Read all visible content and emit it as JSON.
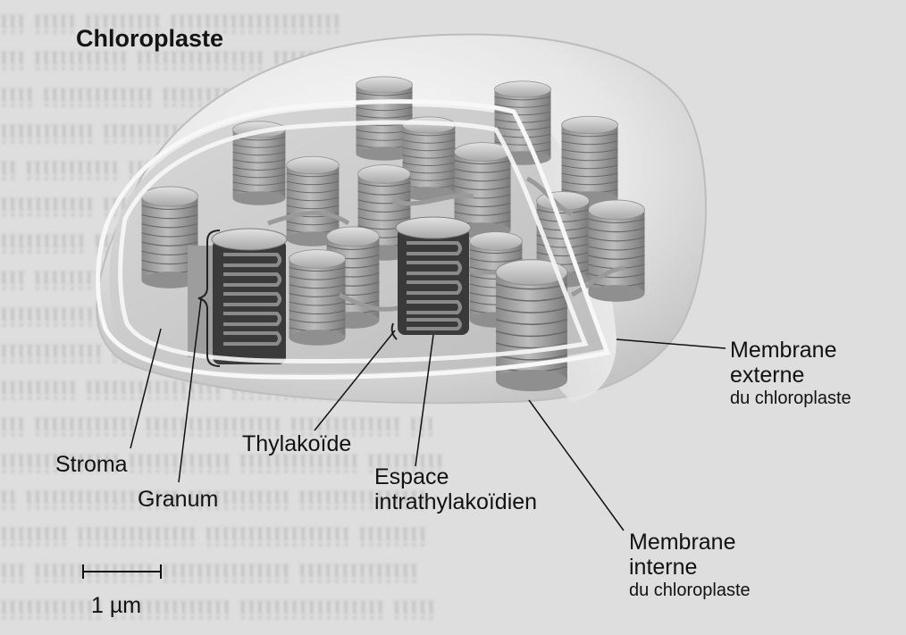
{
  "figure": {
    "title": "Chloroplaste",
    "scale_bar": {
      "label": "1 µm"
    }
  },
  "labels": {
    "stroma": "Stroma",
    "granum": "Granum",
    "thylakoide": "Thylakoïde",
    "espace_line1": "Espace",
    "espace_line2": "intrathylakoïdien",
    "membrane_externe_line1": "Membrane",
    "membrane_externe_line2": "externe",
    "membrane_externe_line3": "du chloroplaste",
    "membrane_interne_line1": "Membrane",
    "membrane_interne_line2": "interne",
    "membrane_interne_line3": "du chloroplaste"
  },
  "colors": {
    "outer_membrane": "#efefef",
    "inner_membrane": "#f7f7f7",
    "stroma": "#cdcdcd",
    "grana": "#a9a9a9",
    "section_dark": "#2e2e2e",
    "label_text": "#111111"
  }
}
